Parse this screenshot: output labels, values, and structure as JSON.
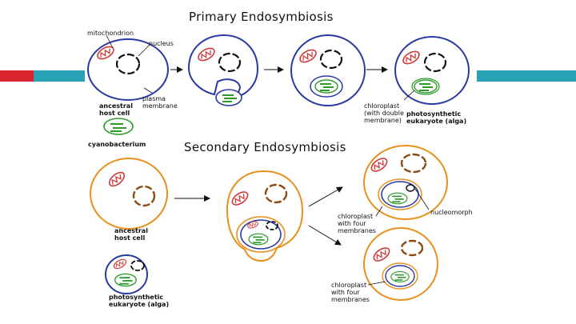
{
  "titles": {
    "primary": "Primary Endosymbiosis",
    "secondary": "Secondary Endosymbiosis"
  },
  "labels": {
    "mitochondrion": "mitochondrion",
    "nucleus": "nucleus",
    "plasma_membrane": "plasma\nmembrane",
    "ancestral_host_cell_1": "ancestral\nhost cell",
    "cyanobacterium": "cyanobacterium",
    "chloroplast_two": "chloroplast\n(with double\nmembrane)",
    "photosynthetic_eukaryote_1": "photosynthetic\neukaryote (alga)",
    "ancestral_host_cell_2": "ancestral\nhost cell",
    "photosynthetic_eukaryote_2": "photosynthetic\neukaryote (alga)",
    "nucleomorph": "nucleomorph",
    "chloroplast_four_1": "chloroplast\nwith four\nmembranes",
    "chloroplast_four_2": "chloroplast\nwith four\nmembranes"
  },
  "colors": {
    "accent_red": "#d9232e",
    "accent_teal": "#2aa2b5",
    "host_primary": "#2b3aa0",
    "host_secondary": "#e8901e",
    "mitochondrion": "#d03a3a",
    "chloroplast": "#2e9a2e",
    "nucleus_host": "#000000",
    "nucleus_alga": "#8a4a12"
  }
}
